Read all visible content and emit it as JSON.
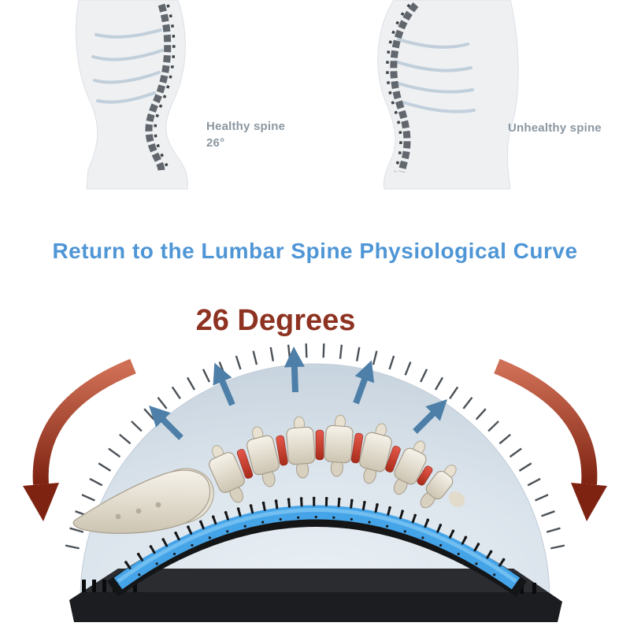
{
  "comparison": {
    "healthy_label": "Healthy spine",
    "healthy_degree": "26°",
    "unhealthy_label": "Unhealthy spine"
  },
  "headline": {
    "text": "Return to the Lumbar Spine Physiological Curve",
    "color": "#4f96d6"
  },
  "degrees": {
    "text": "26 Degrees",
    "color": "#8e3322"
  },
  "colors": {
    "label_gray": "#8b97a1",
    "dome_fill": "#dbe4ec",
    "arch_blue": "#45a4e8",
    "red_arrow": "#a33a20",
    "blue_arrow": "#4d7fa8",
    "device_black": "#1c1d20",
    "disc_red": "#c23a28",
    "bone": "#e9e3d5"
  }
}
